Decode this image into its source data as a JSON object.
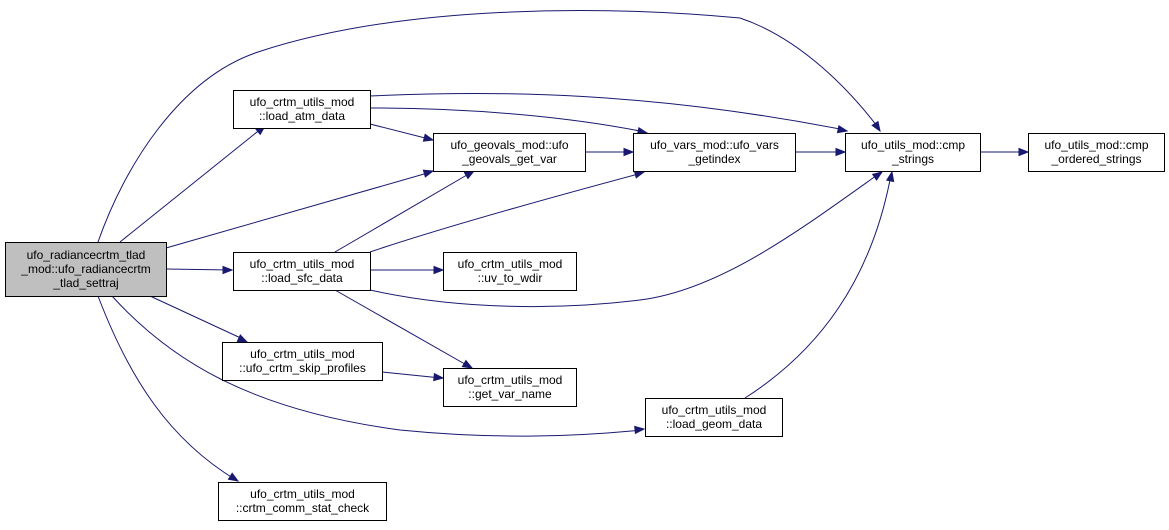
{
  "colors": {
    "edge": "#191970",
    "node_fill": "#ffffff",
    "root_fill": "#bfbfbf",
    "border": "#000000"
  },
  "nodes": [
    {
      "id": "settraj",
      "lines": [
        "ufo_radiancecrtm_tlad",
        "_mod::ufo_radiancecrtm",
        "_tlad_settraj"
      ],
      "root": true
    },
    {
      "id": "load_atm",
      "lines": [
        "ufo_crtm_utils_mod",
        "::load_atm_data"
      ]
    },
    {
      "id": "geovals_get_var",
      "lines": [
        "ufo_geovals_mod::ufo",
        "_geovals_get_var"
      ]
    },
    {
      "id": "vars_getindex",
      "lines": [
        "ufo_vars_mod::ufo_vars",
        "_getindex"
      ]
    },
    {
      "id": "cmp_strings",
      "lines": [
        "ufo_utils_mod::cmp",
        "_strings"
      ]
    },
    {
      "id": "cmp_ordered",
      "lines": [
        "ufo_utils_mod::cmp",
        "_ordered_strings"
      ]
    },
    {
      "id": "load_sfc",
      "lines": [
        "ufo_crtm_utils_mod",
        "::load_sfc_data"
      ]
    },
    {
      "id": "uv_to_wdir",
      "lines": [
        "ufo_crtm_utils_mod",
        "::uv_to_wdir"
      ]
    },
    {
      "id": "skip_profiles",
      "lines": [
        "ufo_crtm_utils_mod",
        "::ufo_crtm_skip_profiles"
      ]
    },
    {
      "id": "get_var_name",
      "lines": [
        "ufo_crtm_utils_mod",
        "::get_var_name"
      ]
    },
    {
      "id": "load_geom",
      "lines": [
        "ufo_crtm_utils_mod",
        "::load_geom_data"
      ]
    },
    {
      "id": "comm_stat_check",
      "lines": [
        "ufo_crtm_utils_mod",
        "::crtm_comm_stat_check"
      ]
    }
  ],
  "edges": [
    {
      "from": "settraj",
      "to": "cmp_strings"
    },
    {
      "from": "settraj",
      "to": "load_atm"
    },
    {
      "from": "settraj",
      "to": "geovals_get_var"
    },
    {
      "from": "settraj",
      "to": "load_sfc"
    },
    {
      "from": "settraj",
      "to": "skip_profiles"
    },
    {
      "from": "settraj",
      "to": "load_geom"
    },
    {
      "from": "settraj",
      "to": "comm_stat_check"
    },
    {
      "from": "load_atm",
      "to": "geovals_get_var"
    },
    {
      "from": "load_atm",
      "to": "vars_getindex"
    },
    {
      "from": "load_atm",
      "to": "cmp_strings"
    },
    {
      "from": "geovals_get_var",
      "to": "vars_getindex"
    },
    {
      "from": "vars_getindex",
      "to": "cmp_strings"
    },
    {
      "from": "cmp_strings",
      "to": "cmp_ordered"
    },
    {
      "from": "load_sfc",
      "to": "geovals_get_var"
    },
    {
      "from": "load_sfc",
      "to": "vars_getindex"
    },
    {
      "from": "load_sfc",
      "to": "cmp_strings"
    },
    {
      "from": "load_sfc",
      "to": "uv_to_wdir"
    },
    {
      "from": "load_sfc",
      "to": "get_var_name"
    },
    {
      "from": "skip_profiles",
      "to": "get_var_name"
    },
    {
      "from": "load_geom",
      "to": "cmp_strings"
    }
  ]
}
